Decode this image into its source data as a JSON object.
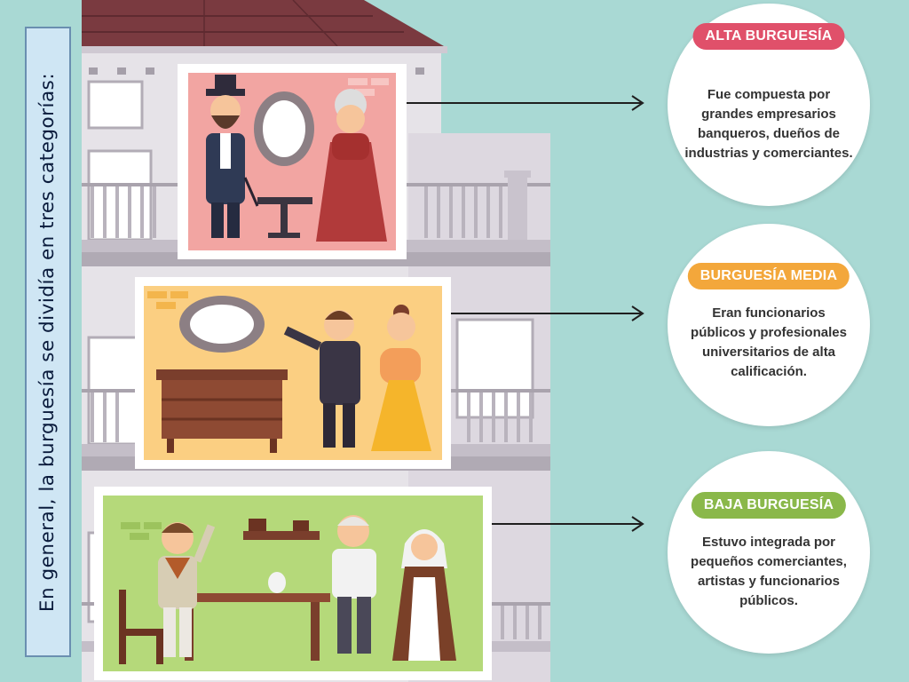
{
  "side_title": "En general, la burguesía se dividía en tres categorías:",
  "colors": {
    "sky": "#a9d9d4",
    "building": "#e6e3e8",
    "roof": "#7a3a40",
    "alta": "#e0506a",
    "media": "#f3a73b",
    "baja": "#8ab84a"
  },
  "categories": [
    {
      "label": "ALTA BURGUESÍA",
      "text": "Fue compuesta por grandes empresarios banqueros, dueños de industrias y comerciantes."
    },
    {
      "label": "BURGUESÍA MEDIA",
      "text": "Eran funcionarios públicos y profesionales universitarios de alta calificación."
    },
    {
      "label": "BAJA BURGUESÍA",
      "text": "Estuvo integrada por pequeños comerciantes, artistas y funcionarios públicos."
    }
  ],
  "illustrations": [
    "upper-class-family-illustration",
    "middle-class-family-illustration",
    "lower-class-family-illustration"
  ]
}
